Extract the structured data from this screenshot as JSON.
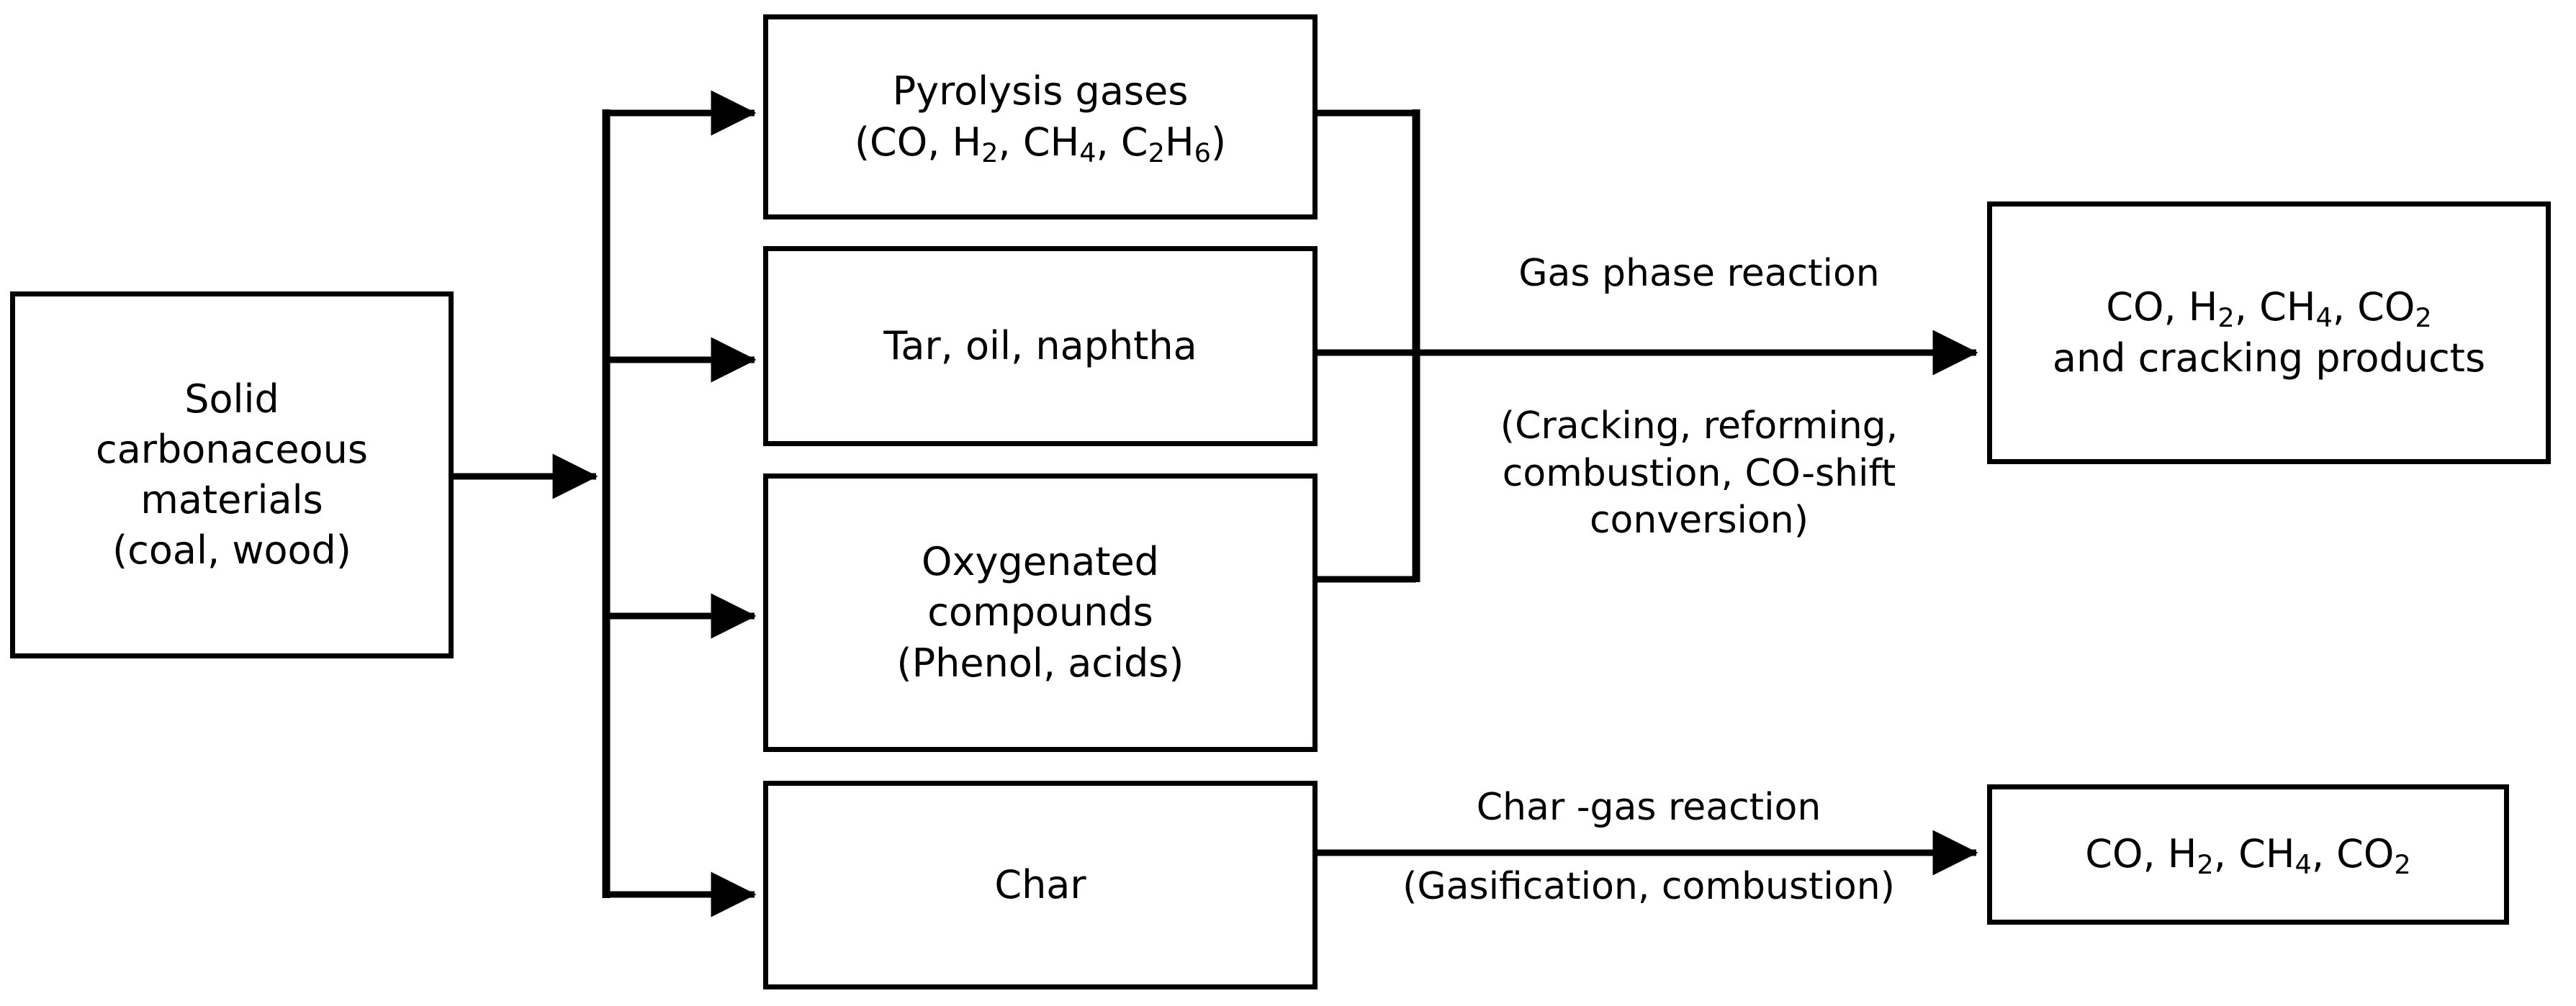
{
  "diagram": {
    "title": "Pyrolysis and gasification reaction pathway flow diagram",
    "stroke_color": "#000000",
    "background_color": "#ffffff"
  },
  "nodes": {
    "feed": {
      "name": "solid-feedstock",
      "lines": [
        "Solid",
        "carbonaceous",
        "materials",
        "(coal, wood)"
      ]
    },
    "pyrolysis_gases": {
      "name": "pyrolysis-gases",
      "line1": "Pyrolysis gases",
      "line2_parts": [
        "(CO, H",
        "2",
        ", CH",
        "4",
        ", C",
        "2",
        "H",
        "6",
        ")"
      ]
    },
    "tar": {
      "name": "tar-oil-naphtha",
      "lines": [
        "Tar, oil, naphtha"
      ]
    },
    "oxygenated": {
      "name": "oxygenated-compounds",
      "lines": [
        "Oxygenated",
        "compounds",
        "(Phenol, acids)"
      ]
    },
    "char": {
      "name": "char",
      "lines": [
        "Char"
      ]
    },
    "gas_products": {
      "name": "gas-phase-products",
      "line1_parts": [
        "CO, H",
        "2",
        ", CH",
        "4",
        ", CO",
        "2"
      ],
      "line2": "and cracking products"
    },
    "char_products": {
      "name": "char-gas-products",
      "line1_parts": [
        "CO, H",
        "2",
        ", CH",
        "4",
        ", CO",
        "2"
      ]
    }
  },
  "labels": {
    "gas_phase_reaction": "Gas phase reaction",
    "gas_phase_detail": [
      "(Cracking, reforming,",
      "combustion, CO-shift",
      "conversion)"
    ],
    "char_gas_reaction": "Char -gas reaction",
    "char_gas_detail": "(Gasification, combustion)"
  }
}
